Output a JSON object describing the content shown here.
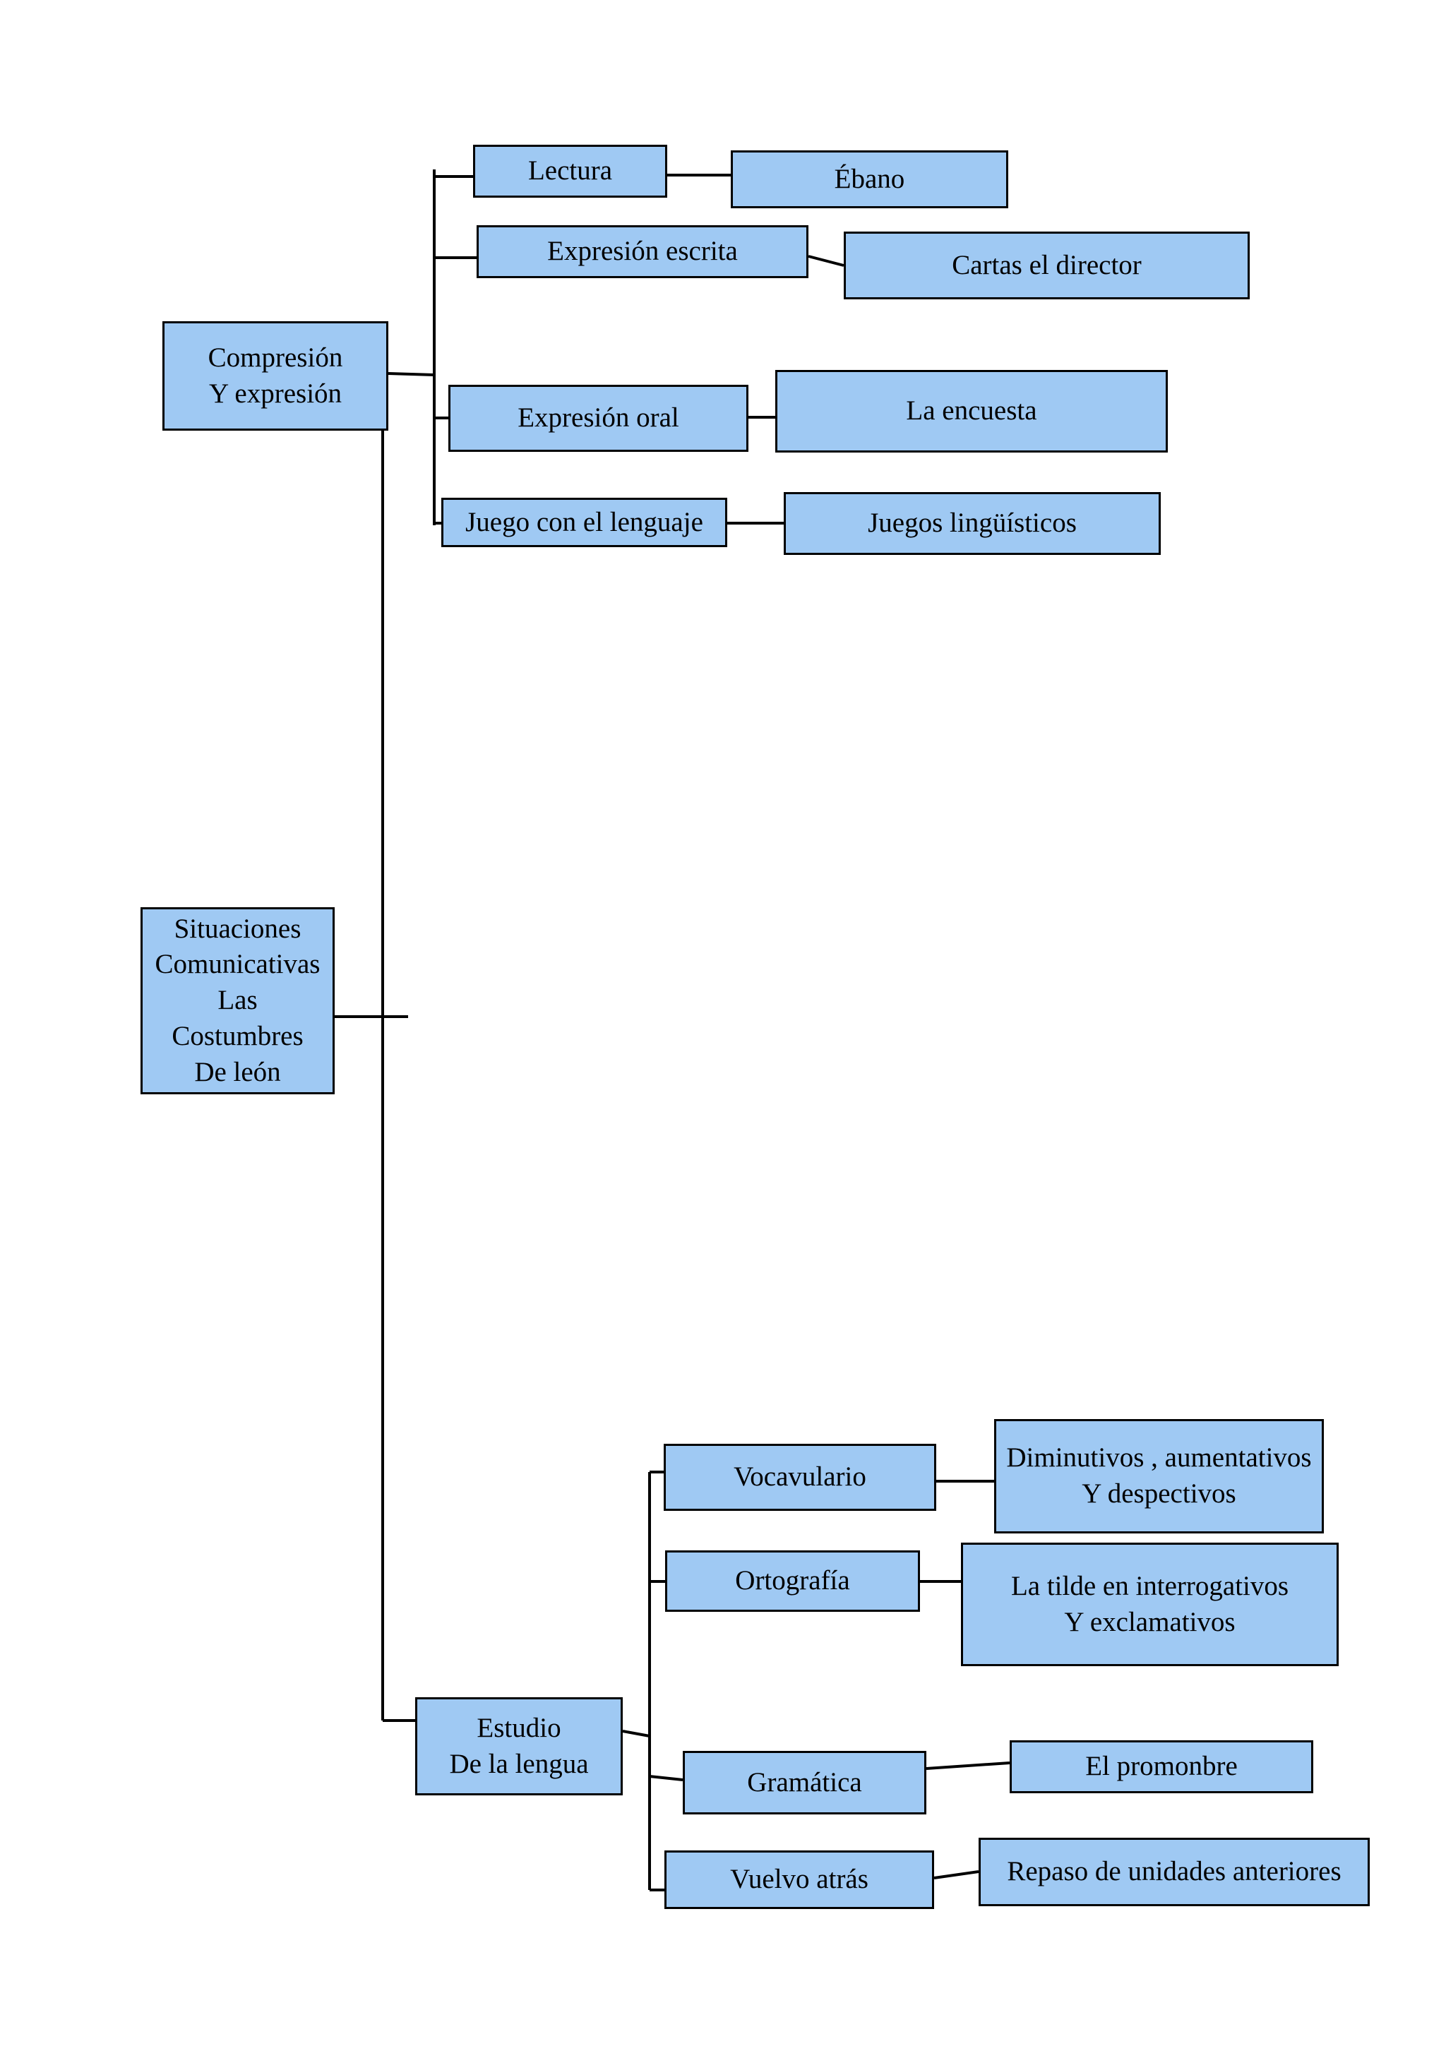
{
  "colors": {
    "background": "#ffffff",
    "node_fill": "#9fc9f3",
    "node_border": "#000000",
    "line": "#000000",
    "text": "#000000"
  },
  "nodes": {
    "situaciones": {
      "label": "Situaciones\nComunicativas\nLas\nCostumbres\nDe león"
    },
    "compresion": {
      "label": "Compresión\nY expresión"
    },
    "estudio": {
      "label": "Estudio\nDe la lengua"
    },
    "lectura": {
      "label": "Lectura"
    },
    "ebano": {
      "label": "Ébano"
    },
    "expresion_escrita": {
      "label": "Expresión escrita"
    },
    "cartas": {
      "label": "Cartas el director"
    },
    "expresion_oral": {
      "label": "Expresión oral"
    },
    "encuesta": {
      "label": "La encuesta"
    },
    "juego": {
      "label": "Juego con el lenguaje"
    },
    "juegos_ling": {
      "label": "Juegos lingüísticos"
    },
    "vocavulario": {
      "label": "Vocavulario"
    },
    "diminutivos": {
      "label": "Diminutivos , aumentativos\nY despectivos"
    },
    "ortografia": {
      "label": "Ortografía"
    },
    "tilde": {
      "label": "La tilde en interrogativos\nY exclamativos"
    },
    "gramatica": {
      "label": "Gramática"
    },
    "pronombre": {
      "label": "El promonbre"
    },
    "vuelvo": {
      "label": "Vuelvo atrás"
    },
    "repaso": {
      "label": "Repaso de unidades anteriores"
    }
  },
  "edges": [
    {
      "from": "situaciones",
      "to": "compresion"
    },
    {
      "from": "situaciones",
      "to": "estudio"
    },
    {
      "from": "compresion",
      "to": "lectura"
    },
    {
      "from": "lectura",
      "to": "ebano"
    },
    {
      "from": "compresion",
      "to": "expresion_escrita"
    },
    {
      "from": "expresion_escrita",
      "to": "cartas"
    },
    {
      "from": "compresion",
      "to": "expresion_oral"
    },
    {
      "from": "expresion_oral",
      "to": "encuesta"
    },
    {
      "from": "compresion",
      "to": "juego"
    },
    {
      "from": "juego",
      "to": "juegos_ling"
    },
    {
      "from": "estudio",
      "to": "vocavulario"
    },
    {
      "from": "vocavulario",
      "to": "diminutivos"
    },
    {
      "from": "estudio",
      "to": "ortografia"
    },
    {
      "from": "ortografia",
      "to": "tilde"
    },
    {
      "from": "estudio",
      "to": "gramatica"
    },
    {
      "from": "gramatica",
      "to": "pronombre"
    },
    {
      "from": "estudio",
      "to": "vuelvo"
    },
    {
      "from": "vuelvo",
      "to": "repaso"
    }
  ]
}
